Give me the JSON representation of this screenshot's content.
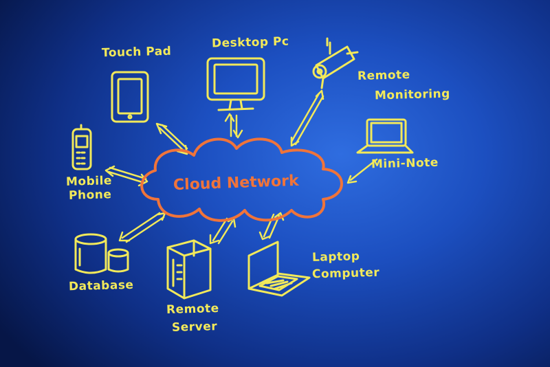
{
  "center": {
    "label": "Cloud Network"
  },
  "nodes": {
    "touch_pad": "Touch Pad",
    "desktop_pc": "Desktop Pc",
    "remote_monitoring_line1": "Remote",
    "remote_monitoring_line2": "Monitoring",
    "mini_note": "Mini-Note",
    "mobile_phone_line1": "Mobile",
    "mobile_phone_line2": "Phone",
    "database": "Database",
    "remote_server_line1": "Remote",
    "remote_server_line2": "Server",
    "laptop_line1": "Laptop",
    "laptop_line2": "Computer"
  },
  "colors": {
    "sketch": "#f2e95a",
    "cloud": "#f0743a",
    "background": "#1c4fc0"
  }
}
